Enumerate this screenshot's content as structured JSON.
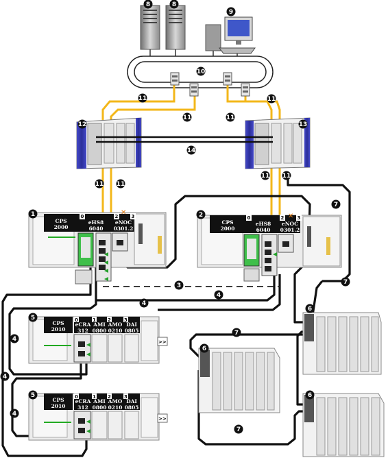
{
  "colors": {
    "ethernet": "#f3b71a",
    "cable": "#000000",
    "panel": "#e9e9ea",
    "frame": "#9a9a9a",
    "switch_blue": "#3a3fc4",
    "badge": "#111111"
  },
  "badges": [
    "1",
    "2",
    "3",
    "4",
    "5",
    "6",
    "7",
    "8",
    "9",
    "10",
    "11",
    "12",
    "13",
    "14"
  ],
  "racks": {
    "main": {
      "cps": [
        "CPS",
        "2000"
      ],
      "modules": [
        [
          "eHS8",
          "6040"
        ],
        [
          "eNOC",
          "0301.2"
        ]
      ],
      "slots": [
        "0",
        "2",
        "3"
      ]
    },
    "standby": {
      "cps": [
        "CPS",
        "2000"
      ],
      "modules": [
        [
          "eHS8",
          "6040"
        ],
        [
          "eNOC",
          "0301.2"
        ]
      ],
      "slots": [
        "0",
        "2",
        "3"
      ]
    },
    "drop": {
      "cps": [
        "CPS",
        "2010"
      ],
      "modules": [
        [
          "eCRA",
          "312"
        ],
        [
          "AMI",
          "0800"
        ],
        [
          "AMO",
          "0210"
        ],
        [
          "DAI",
          "0805"
        ]
      ],
      "slots": [
        "0",
        "1",
        "2",
        "3"
      ],
      "arrow": ">>"
    }
  },
  "icons": [
    "server-icon",
    "server-icon",
    "workstation-icon",
    "ethernet-ring-icon",
    "switch-icon"
  ]
}
